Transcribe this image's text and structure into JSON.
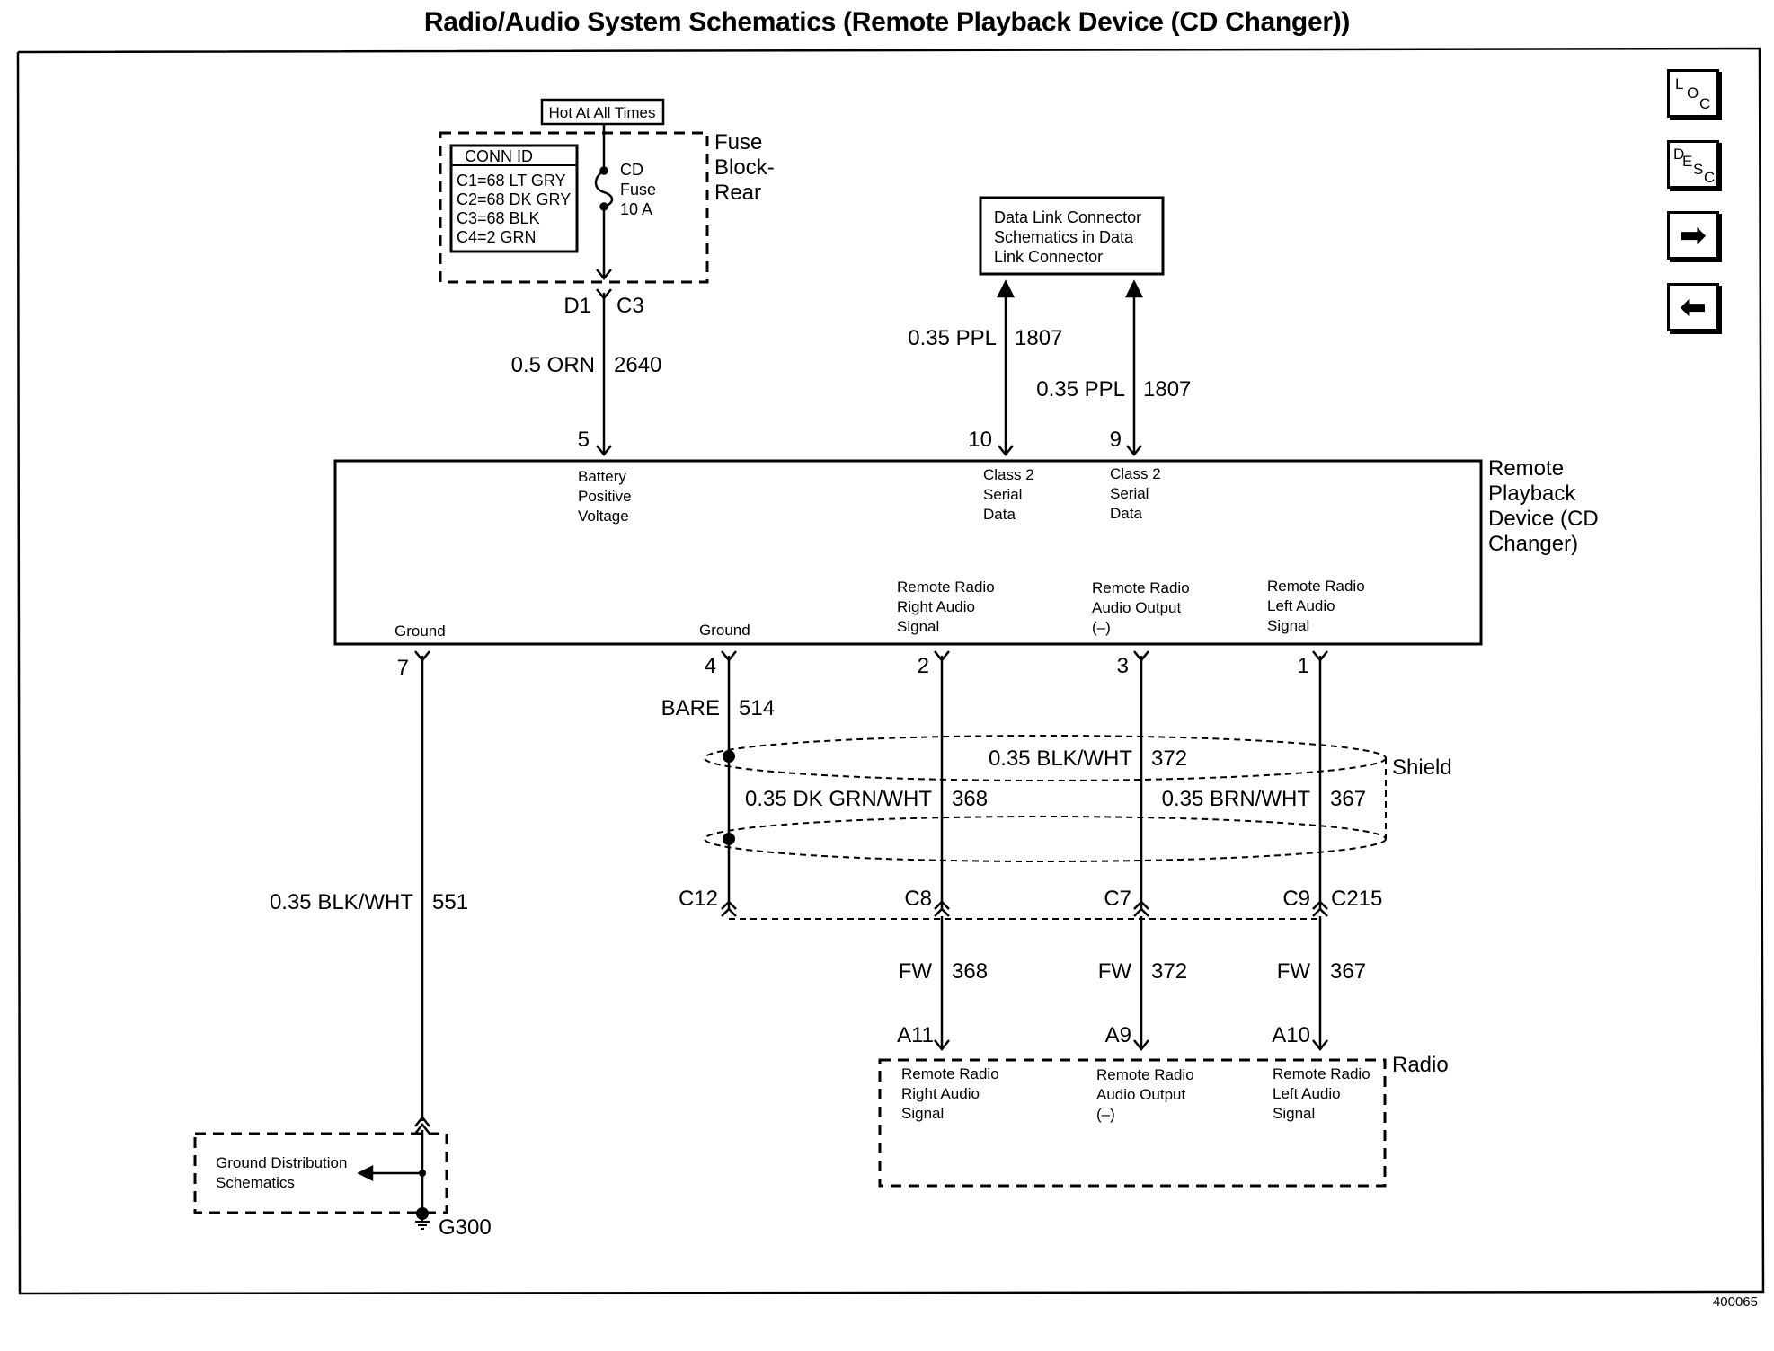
{
  "title": "Radio/Audio System Schematics (Remote Playback Device (CD Changer))",
  "figure_id": "400065",
  "nav": {
    "loc": [
      "L",
      "O",
      "C"
    ],
    "desc": [
      "D",
      "E",
      "S",
      "C"
    ],
    "forward_arrow": "arrow-right-icon",
    "back_arrow": "arrow-left-icon"
  },
  "fuse_block": {
    "hot_label": "Hot At All Times",
    "name": [
      "Fuse",
      "Block-",
      "Rear"
    ],
    "conn_id_title": "CONN ID",
    "conn_ids": [
      "C1=68 LT GRY",
      "C2=68 DK GRY",
      "C3=68 BLK",
      "C4=2 GRN"
    ],
    "fuse_label": [
      "CD",
      "Fuse",
      "10 A"
    ],
    "pin": "D1",
    "connector": "C3"
  },
  "dlc": {
    "lines": [
      "Data Link Connector",
      "Schematics in Data",
      "Link Connector"
    ]
  },
  "wires": {
    "w2640": {
      "size_color": "0.5 ORN",
      "circuit": "2640"
    },
    "w1807a": {
      "size_color": "0.35 PPL",
      "circuit": "1807"
    },
    "w1807b": {
      "size_color": "0.35 PPL",
      "circuit": "1807"
    },
    "w514": {
      "size_color": "BARE",
      "circuit": "514"
    },
    "w372": {
      "size_color": "0.35 BLK/WHT",
      "circuit": "372"
    },
    "w368": {
      "size_color": "0.35 DK GRN/WHT",
      "circuit": "368"
    },
    "w367": {
      "size_color": "0.35 BRN/WHT",
      "circuit": "367"
    },
    "w551": {
      "size_color": "0.35 BLK/WHT",
      "circuit": "551"
    },
    "fw368": {
      "size_color": "FW",
      "circuit": "368"
    },
    "fw372": {
      "size_color": "FW",
      "circuit": "372"
    },
    "fw367": {
      "size_color": "FW",
      "circuit": "367"
    }
  },
  "rpd": {
    "name": [
      "Remote",
      "Playback",
      "Device (CD",
      "Changer)"
    ],
    "pin5": "5",
    "pin10": "10",
    "pin9": "9",
    "pin7": "7",
    "pin4": "4",
    "pin2": "2",
    "pin3": "3",
    "pin1": "1",
    "battery": [
      "Battery",
      "Positive",
      "Voltage"
    ],
    "class2a": [
      "Class 2",
      "Serial",
      "Data"
    ],
    "class2b": [
      "Class 2",
      "Serial",
      "Data"
    ],
    "ground1": "Ground",
    "ground2": "Ground",
    "right_audio": [
      "Remote Radio",
      "Right Audio",
      "Signal"
    ],
    "audio_output": [
      "Remote Radio",
      "Audio Output",
      "(–)"
    ],
    "left_audio": [
      "Remote Radio",
      "Left Audio",
      "Signal"
    ]
  },
  "shield_label": "Shield",
  "inline_connector": {
    "c12": "C12",
    "c8": "C8",
    "c7": "C7",
    "c9": "C9",
    "name": "C215"
  },
  "radio": {
    "name": "Radio",
    "pin_a11": "A11",
    "pin_a9": "A9",
    "pin_a10": "A10",
    "right_audio": [
      "Remote Radio",
      "Right Audio",
      "Signal"
    ],
    "audio_output": [
      "Remote Radio",
      "Audio Output",
      "(–)"
    ],
    "left_audio": [
      "Remote Radio",
      "Left Audio",
      "Signal"
    ]
  },
  "ground": {
    "dist": [
      "Ground Distribution",
      "Schematics"
    ],
    "name": "G300"
  }
}
